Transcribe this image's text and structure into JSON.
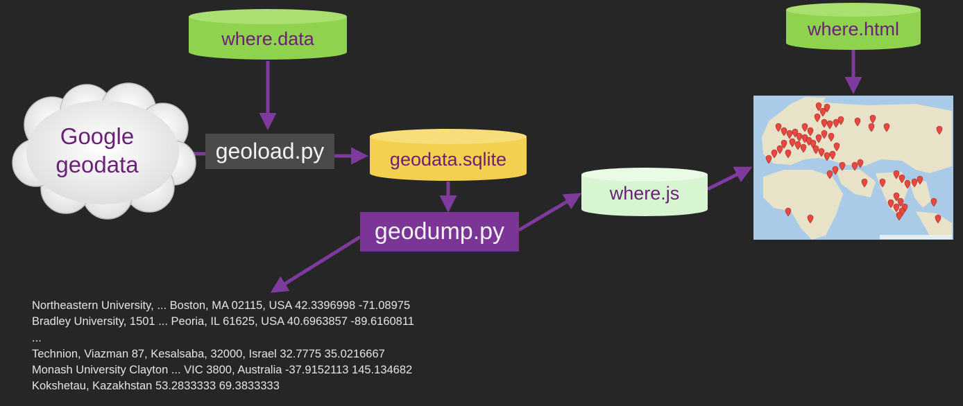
{
  "nodes": {
    "where_data": "where.data",
    "google_geodata": [
      "Google",
      "geodata"
    ],
    "geoload": "geoload.py",
    "geodata_sqlite": "geodata.sqlite",
    "geodump": "geodump.py",
    "where_js": "where.js",
    "where_html": "where.html"
  },
  "colors": {
    "background": "#262626",
    "arrow": "#7e3a9c",
    "green_cylinder": "#8fd24e",
    "yellow_cylinder": "#f3d04f",
    "light_green_cylinder": "#d8f5d2",
    "geoload_box": "#4a4a4a",
    "geodump_box": "#7b3596",
    "label_purple": "#6b1f78",
    "map_marker": "#e8483f"
  },
  "output_lines": [
    "Northeastern University, ... Boston, MA 02115, USA 42.3396998 -71.08975",
    "Bradley University, 1501 ... Peoria, IL 61625, USA 40.6963857 -89.6160811",
    "...",
    "Technion, Viazman 87, Kesalsaba, 32000, Israel 32.7775 35.0216667",
    "Monash University Clayton ... VIC 3800, Australia -37.9152113 145.134682",
    "Kokshetau, Kazakhstan 53.2833333 69.3833333"
  ],
  "map": {
    "description_icon": "world-map-with-pins"
  }
}
